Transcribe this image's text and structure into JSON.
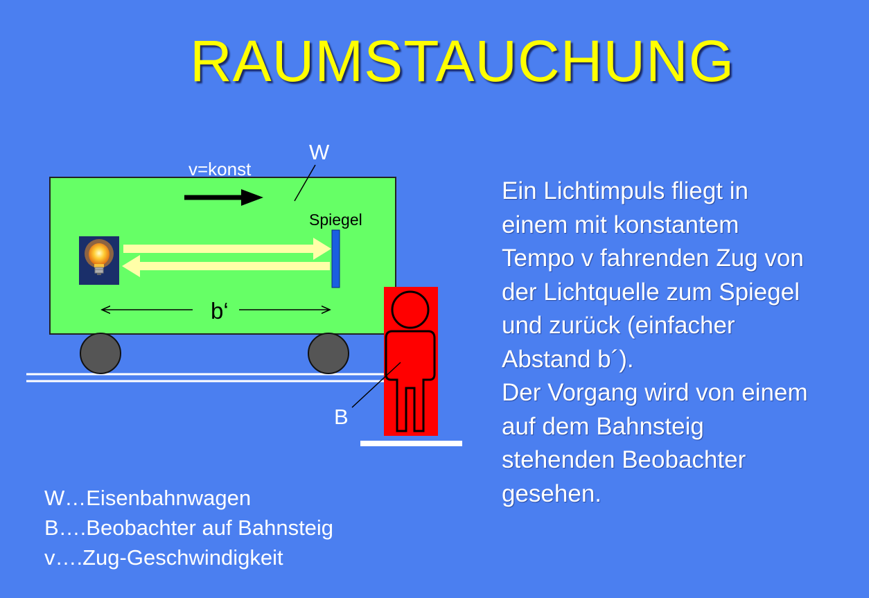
{
  "title": "RAUMSTAUCHUNG",
  "diagram": {
    "label_w": "W",
    "label_velocity": "v=konst",
    "label_mirror": "Spiegel",
    "label_distance": "b‘",
    "label_b": "B"
  },
  "description": {
    "lines": [
      "Ein Lichtimpuls fliegt in",
      "einem mit konstantem",
      "Tempo v fahrenden Zug von",
      "der Lichtquelle zum Spiegel",
      "und zurück (einfacher",
      "Abstand b´).",
      "Der Vorgang wird von einem",
      "auf dem Bahnsteig",
      "stehenden Beobachter",
      "gesehen."
    ]
  },
  "legend": {
    "lines": [
      "W…Eisenbahnwagen",
      "B….Beobachter auf Bahnsteig",
      "v….Zug-Geschwindigkeit"
    ]
  },
  "colors": {
    "background": "#4b7ff0",
    "title": "#ffff00",
    "wagon": "#66ff66",
    "observer": "#ff0000",
    "mirror": "#1a5fe0",
    "light_beam": "#ffffa8"
  },
  "icons": [
    "light-bulb-icon"
  ]
}
